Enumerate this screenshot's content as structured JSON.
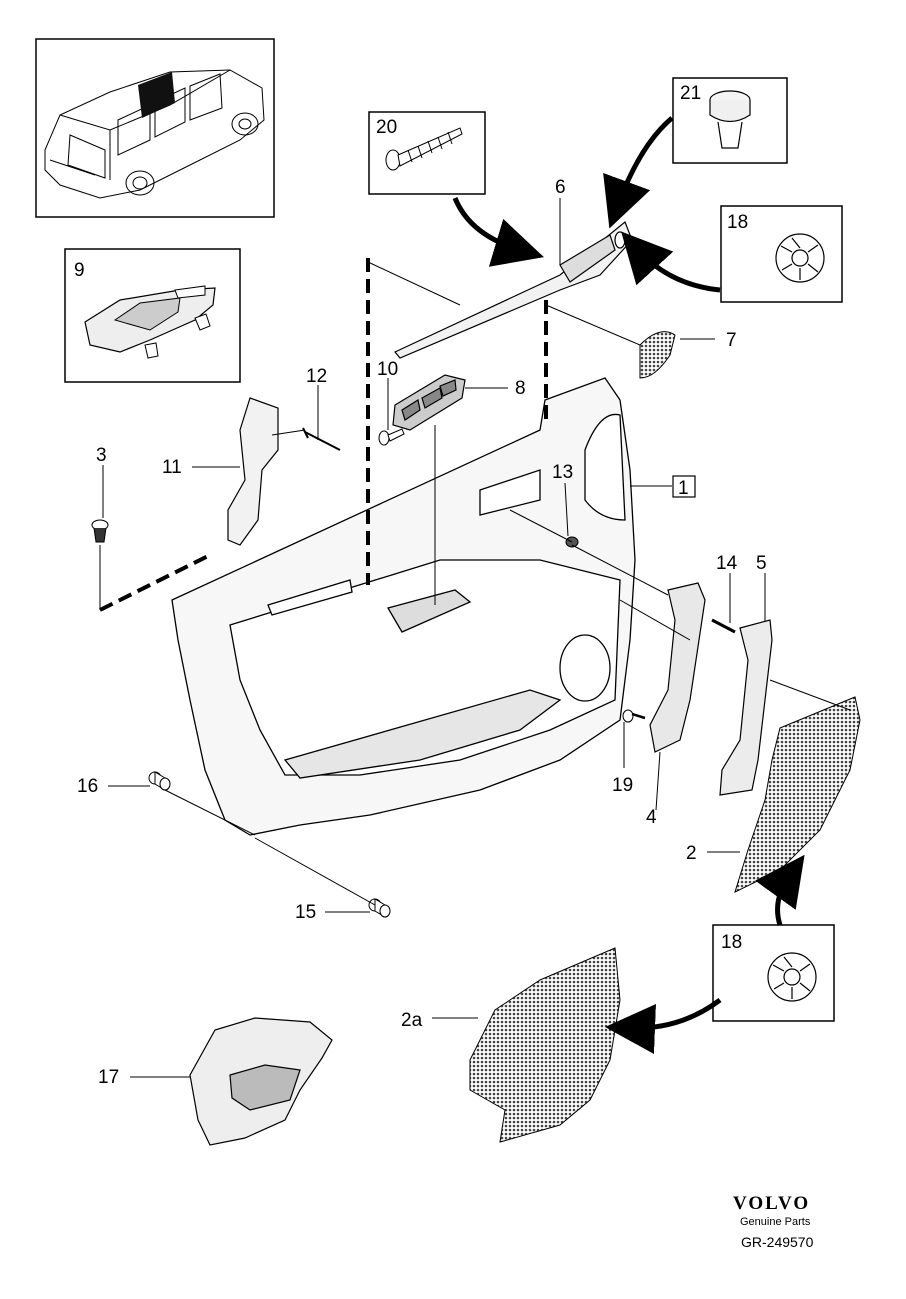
{
  "callouts": {
    "c1": "1",
    "c2": "2",
    "c2a": "2a",
    "c3": "3",
    "c4": "4",
    "c5": "5",
    "c6": "6",
    "c7": "7",
    "c8": "8",
    "c9": "9",
    "c10": "10",
    "c11": "11",
    "c12": "12",
    "c13": "13",
    "c14": "14",
    "c15": "15",
    "c16": "16",
    "c17": "17",
    "c18a": "18",
    "c18b": "18",
    "c19": "19",
    "c20": "20",
    "c21": "21"
  },
  "footer": {
    "brand": "VOLVO",
    "subtitle": "Genuine Parts",
    "code": "GR-249570"
  },
  "colors": {
    "line": "#000000",
    "mesh": "#555555",
    "shade": "#dddddd",
    "background": "#ffffff"
  }
}
